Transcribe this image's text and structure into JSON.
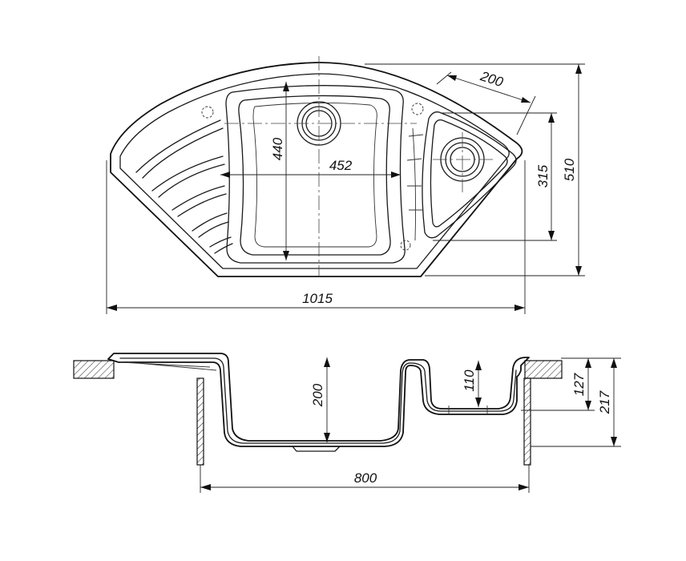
{
  "dimensions": {
    "top_view": {
      "overall_width": "1015",
      "overall_depth": "510",
      "main_bowl_width": "452",
      "main_bowl_depth": "440",
      "small_bowl_depth": "315",
      "small_bowl_edge": "200"
    },
    "section_view": {
      "cutout_width": "800",
      "main_bowl_height": "200",
      "small_bowl_height": "110",
      "rim_to_small_bottom": "127",
      "total_height": "217"
    }
  }
}
